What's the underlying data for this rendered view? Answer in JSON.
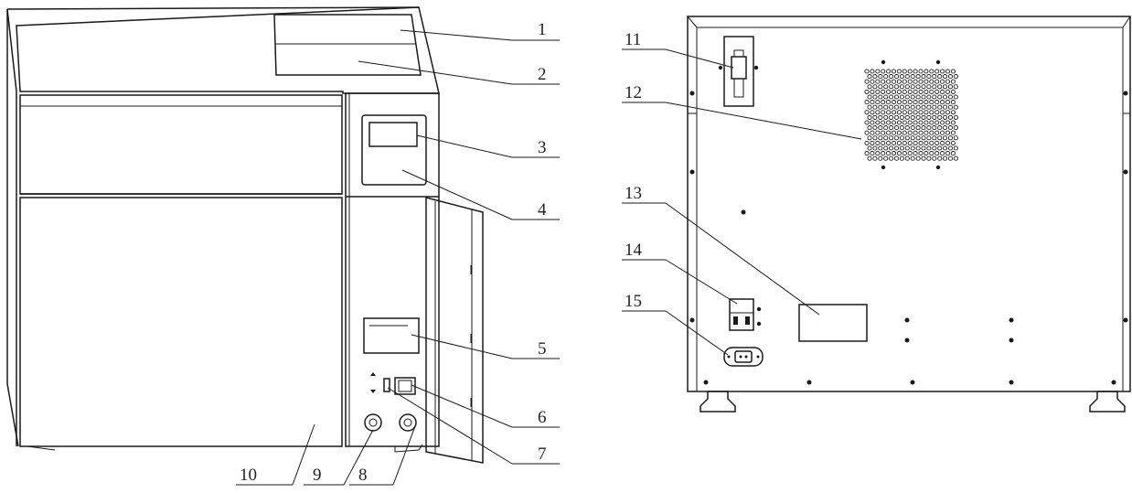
{
  "figure": {
    "front_view_callouts": [
      "1",
      "2",
      "3",
      "4",
      "5",
      "6",
      "7",
      "8",
      "9",
      "10"
    ],
    "rear_view_callouts": [
      "11",
      "12",
      "13",
      "14",
      "15"
    ]
  },
  "colors": {
    "line": "#1a1a1a",
    "background": "#ffffff"
  }
}
